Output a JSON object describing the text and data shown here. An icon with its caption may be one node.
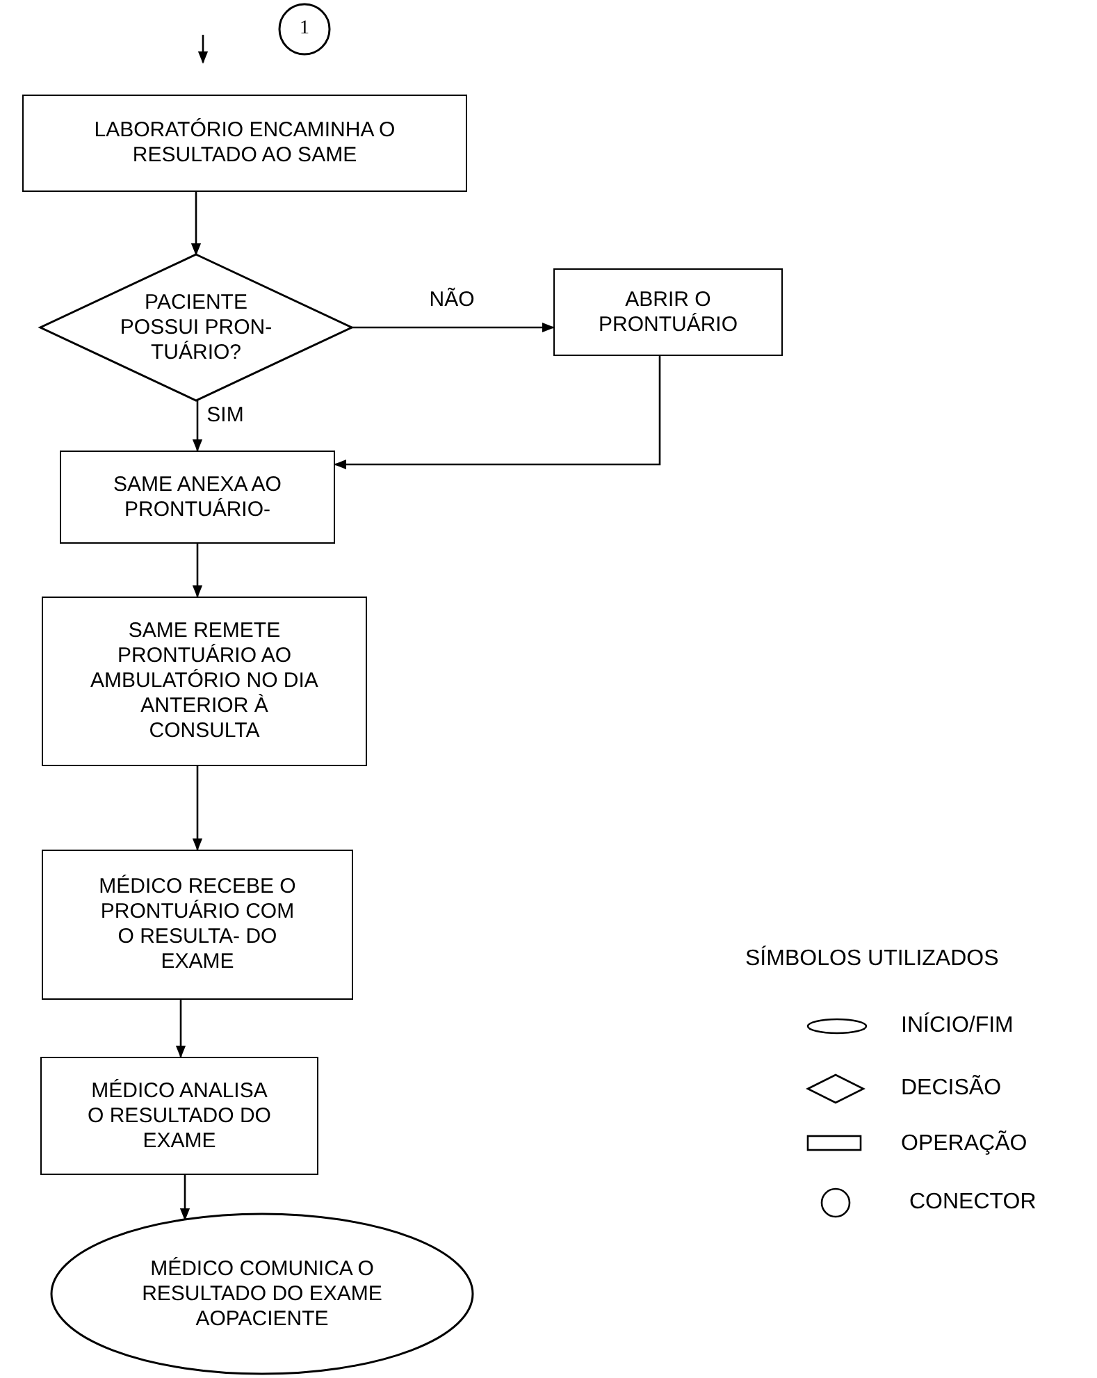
{
  "diagram": {
    "nodes": [
      {
        "text": [
          "1"
        ]
      },
      {
        "text": [
          "LABORATÓRIO ENCAMINHA O RESULTADO AO SAME"
        ]
      },
      {
        "text": [
          "PACIENTE POSSUI PRON- TUÁRIO?"
        ]
      },
      {
        "text": [
          "ABRIR O PRONTUÁRIO"
        ]
      },
      {
        "text": [
          "SAME ANEXA AO PRONTUÁRIO-"
        ]
      },
      {
        "text": [
          "SAME REMETE PRONTUÁRIO AO AMBULATÓRIO NO DIA ANTERIOR À CONSULTA"
        ]
      },
      {
        "text": [
          "MÉDICO RECEBE O PRONTUÁRIO COM O RESULTA- DO EXAME"
        ]
      },
      {
        "text": [
          "MÉDICO ANALISA O RESULTADO DO EXAME"
        ]
      },
      {
        "text": [
          "MÉDICO COMUNICA O RESULTADO DO EXAME AOPACIENTE"
        ]
      }
    ],
    "edges": [
      {
        "from": null,
        "to": 1,
        "arrow": "to"
      },
      {
        "from": 1,
        "to": 2,
        "arrow": "to"
      },
      {
        "from": 2,
        "to": 3,
        "arrow": "to",
        "label": "NÃO"
      },
      {
        "from": 2,
        "to": 4,
        "arrow": "to",
        "label": "SIM"
      },
      {
        "from": 3,
        "to": 4,
        "arrow": "to"
      },
      {
        "from": 4,
        "to": 5,
        "arrow": "to"
      },
      {
        "from": 5,
        "to": 6,
        "arrow": "to"
      },
      {
        "from": 6,
        "to": 7,
        "arrow": "to"
      },
      {
        "from": 7,
        "to": 8,
        "arrow": "to"
      }
    ],
    "labels": [
      "SÍMBOLOS UTILIZADOS"
    ],
    "legend": [
      {
        "text": "INÍCIO/FIM"
      },
      {
        "text": "DECISÃO"
      },
      {
        "text": "OPERAÇÃO"
      },
      {
        "text": "CONECTOR"
      }
    ]
  }
}
